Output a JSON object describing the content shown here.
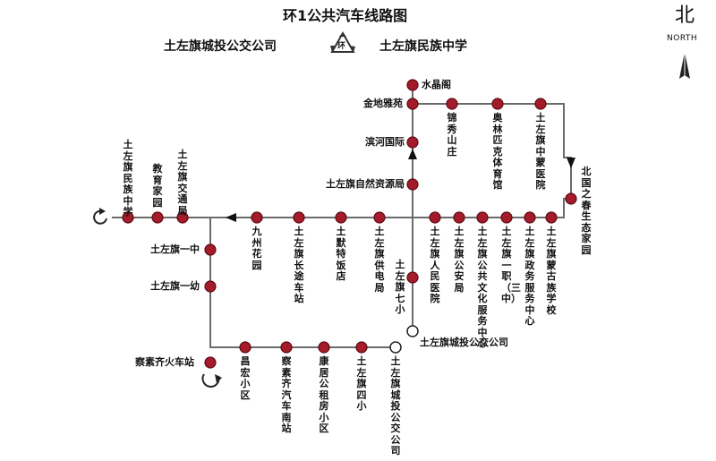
{
  "map": {
    "title": "环1公共汽车线路图",
    "terminal_left": "土左旗城投公交公司",
    "terminal_right": "土左旗民族中学",
    "loop_symbol": "环",
    "north_char": "北",
    "north_en": "NORTH"
  },
  "stops": {
    "shuijingge": "水晶阁",
    "jindiyayuan": "金地雅苑",
    "jinxiushanzhuang": "锦秀山庄",
    "aolinpike": "奥林匹克体育馆",
    "zhongmengyiyuan": "土左旗中蒙医院",
    "binhe": "滨河国际",
    "ziran": "土左旗自然资源局",
    "beiguo": "北国之春生态家园",
    "minzuzhongxue": "土左旗民族中学",
    "jiaoyujiayuan": "教育家园",
    "jiaotongju": "土左旗交通局",
    "jiuzhou": "九州花园",
    "changtu": "土左旗长途车站",
    "moter": "土默特饭店",
    "gongdian": "土左旗供电局",
    "renmin": "土左旗人民医院",
    "gongan": "土左旗公安局",
    "wenhua": "土左旗公共文化服务中心",
    "yizhi": "土左旗一职（三中）",
    "zhengwu": "土左旗政务服务中心",
    "menggu": "土左旗蒙古族学校",
    "yizhong": "土左旗一中",
    "yiyou": "土左旗一幼",
    "qixiao": "土左旗七小",
    "chengtou_end": "土左旗城投公交公司",
    "chahuochezhan": "察素齐火车站",
    "changhong": "昌宏小区",
    "nanzhan": "察素齐汽车南站",
    "kangju": "康居公租房小区",
    "sixiao": "土左旗四小",
    "chengtou_bottom": "土左旗城投公交公司"
  },
  "colors": {
    "line": "#6b6b6b",
    "stop": "#a41b2a",
    "stop_border": "#5c0a12",
    "text": "#111111"
  }
}
